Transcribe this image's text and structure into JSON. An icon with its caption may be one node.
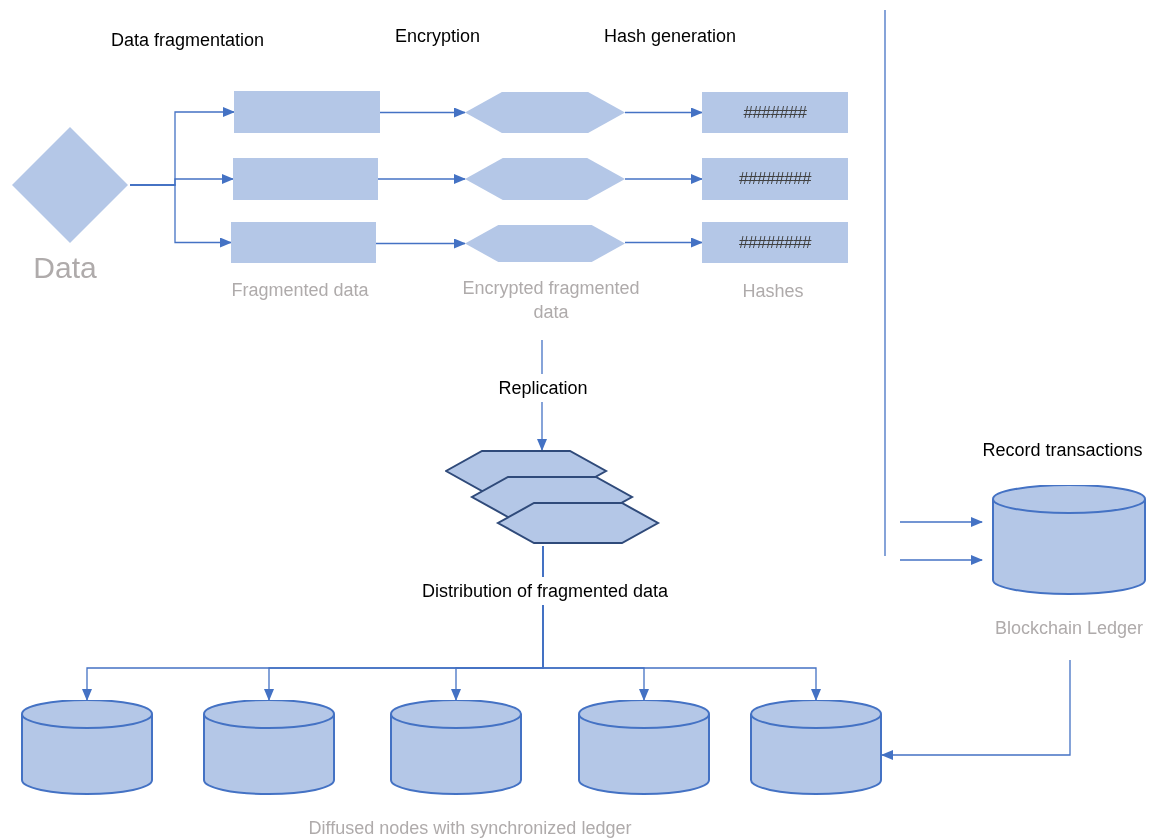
{
  "diagram": {
    "nodes": [
      {
        "text": [
          "Data"
        ]
      },
      {
        "text": [],
        "shape": "box"
      },
      {
        "text": [],
        "shape": "box"
      },
      {
        "text": [],
        "shape": "box"
      },
      {
        "text": [],
        "shape": "hexagon"
      },
      {
        "text": [],
        "shape": "hexagon"
      },
      {
        "text": [],
        "shape": "hexagon"
      },
      {
        "text": [
          "#######"
        ]
      },
      {
        "text": [
          "########"
        ]
      },
      {
        "text": [
          "########"
        ]
      },
      {
        "text": [],
        "shape": "picture"
      },
      {
        "text": [
          "Blockchain Ledger"
        ]
      },
      {
        "text": [],
        "shape": "cylinder"
      },
      {
        "text": [],
        "shape": "cylinder"
      },
      {
        "text": [],
        "shape": "cylinder"
      },
      {
        "text": [],
        "shape": "cylinder"
      },
      {
        "text": [],
        "shape": "cylinder"
      }
    ],
    "edges": [
      {
        "from": 0,
        "to": 1,
        "arrow": "to"
      },
      {
        "from": 0,
        "to": 2,
        "arrow": "to"
      },
      {
        "from": 0,
        "to": 3,
        "arrow": "to"
      },
      {
        "from": 1,
        "to": 4,
        "arrow": "to"
      },
      {
        "from": 2,
        "to": 5,
        "arrow": "to"
      },
      {
        "from": 3,
        "to": 6,
        "arrow": "to"
      },
      {
        "from": 4,
        "to": 7,
        "arrow": "to"
      },
      {
        "from": 5,
        "to": 8,
        "arrow": "to"
      },
      {
        "from": 6,
        "to": 9,
        "arrow": "to"
      },
      {
        "from": null,
        "to": 10,
        "arrow": "to",
        "label": "Replication"
      },
      {
        "from": 10,
        "to": 12,
        "arrow": "to",
        "label": "Distribution of fragmented data"
      },
      {
        "from": 10,
        "to": 13,
        "arrow": "to"
      },
      {
        "from": 10,
        "to": 14,
        "arrow": "to"
      },
      {
        "from": 10,
        "to": 15,
        "arrow": "to"
      },
      {
        "from": 10,
        "to": 16,
        "arrow": "to"
      },
      {
        "from": null,
        "to": 11,
        "arrow": "to"
      },
      {
        "from": null,
        "to": 11,
        "arrow": "to"
      },
      {
        "from": 11,
        "to": 16,
        "arrow": "to"
      }
    ],
    "labels": [
      "Data fragmentation",
      "Encryption",
      "Hash generation",
      "Fragmented data",
      "Encrypted fragmented data",
      "Hashes",
      "Record transactions",
      "Diffused nodes with synchronized ledger"
    ]
  }
}
